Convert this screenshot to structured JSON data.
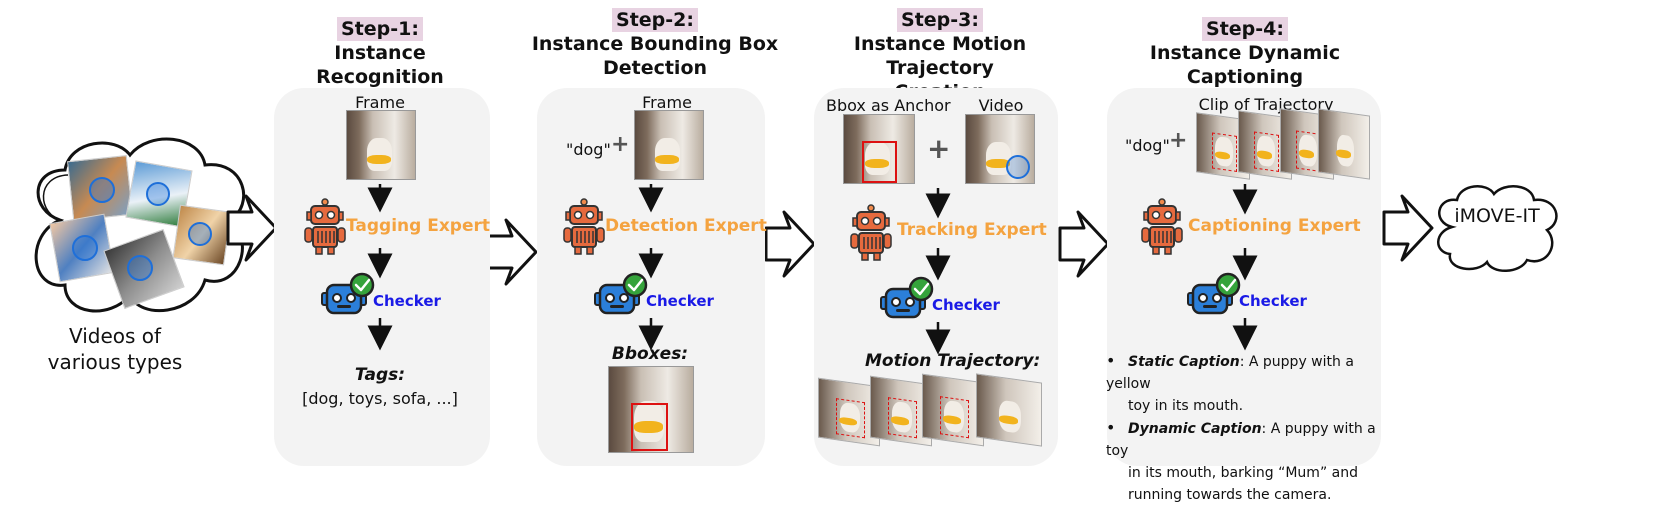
{
  "steps": [
    {
      "tag": "Step-1:",
      "title_lines": [
        "Instance Recognition"
      ],
      "input_label": "Frame",
      "expert": "Tagging Expert",
      "checker": "Checker",
      "output_title": "Tags:",
      "output_value": "[dog, toys, sofa, ...]"
    },
    {
      "tag": "Step-2:",
      "title_lines": [
        "Instance Bounding Box",
        "Detection"
      ],
      "prompt": "\"dog\"",
      "plus": "+",
      "input_label": "Frame",
      "expert": "Detection Expert",
      "checker": "Checker",
      "output_title": "Bboxes:"
    },
    {
      "tag": "Step-3:",
      "title_lines": [
        "Instance Motion Trajectory",
        "Creation"
      ],
      "anchor_label": "Bbox as Anchor",
      "plus": "+",
      "video_label": "Video",
      "expert": "Tracking Expert",
      "checker": "Checker",
      "output_title": "Motion Trajectory:"
    },
    {
      "tag": "Step-4:",
      "title_lines": [
        "Instance Dynamic Captioning"
      ],
      "prompt": "\"dog\"",
      "plus": "+",
      "input_label": "Clip of Trajectory",
      "expert": "Captioning Expert",
      "checker": "Checker",
      "captions": [
        {
          "label": "Static Caption",
          "text": ": A puppy with a yellow",
          "text2": "toy in its mouth."
        },
        {
          "label": "Dynamic Caption",
          "text": ": A puppy with a toy",
          "text2": "in its mouth, barking “Mum” and",
          "text3": "running towards the camera."
        }
      ]
    }
  ],
  "input": {
    "lines": [
      "Videos of",
      "various types"
    ]
  },
  "output": {
    "label": "iMOVE-IT"
  },
  "colors": {
    "expert": "#f4a340",
    "checker": "#1a1ae6",
    "step_tag_bg": "#e8d3e2",
    "panel_bg": "#f3f3f3"
  },
  "icons": [
    "robot-icon",
    "checker-bot-icon",
    "check-badge-icon",
    "down-arrow-icon",
    "hollow-right-arrow-icon",
    "cloud-icon",
    "play-icon"
  ]
}
